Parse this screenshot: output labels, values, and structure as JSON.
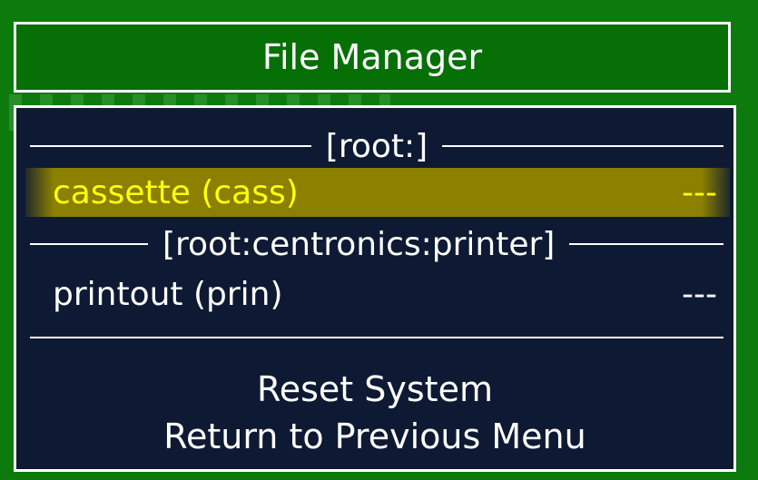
{
  "title": "File Manager",
  "sections": [
    {
      "header": "[root:]",
      "items": [
        {
          "name": "cassette (cass)",
          "status": "---",
          "selected": true
        }
      ]
    },
    {
      "header": "[root:centronics:printer]",
      "items": [
        {
          "name": "printout (prin)",
          "status": "---",
          "selected": false
        }
      ]
    }
  ],
  "actions": {
    "reset": "Reset System",
    "return": "Return to Previous Menu"
  },
  "colors": {
    "background": "#0c7a0c",
    "panel": "#0e1a33",
    "highlight": "#8b8000",
    "highlight_text": "#ffff10"
  }
}
